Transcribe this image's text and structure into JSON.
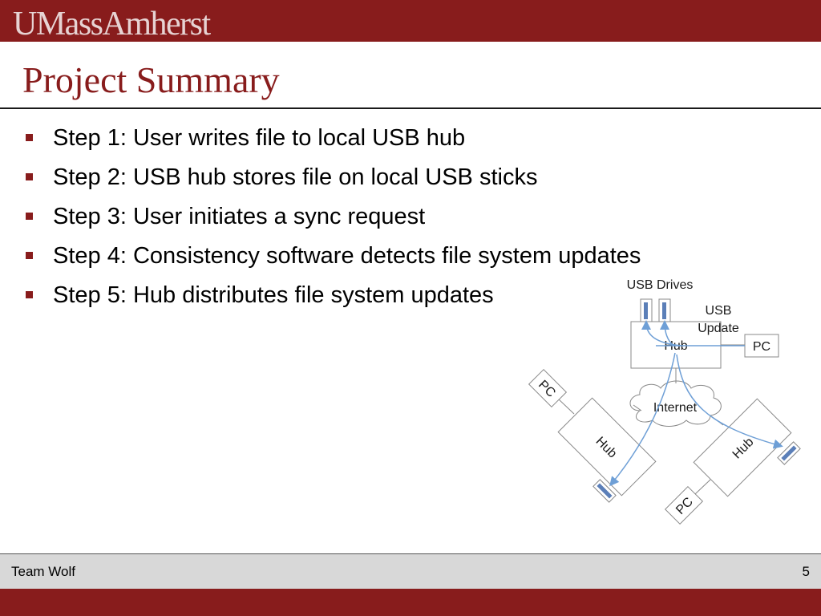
{
  "header": {
    "logo_text": "UMassAmherst",
    "brand_color": "#881c1c"
  },
  "slide": {
    "title": "Project Summary",
    "bullets": [
      "Step 1: User writes file to local USB hub",
      "Step 2: USB hub stores file on local USB sticks",
      "Step 3: User initiates a sync request",
      "Step 4: Consistency software detects file system updates",
      "Step 5: Hub distributes file system updates"
    ]
  },
  "diagram": {
    "usb_drives_label": "USB Drives",
    "usb_update_label_line1": "USB",
    "usb_update_label_line2": "Update",
    "main_hub_label": "Hub",
    "main_pc_label": "PC",
    "internet_label": "Internet",
    "left_pc_label": "PC",
    "left_hub_label": "Hub",
    "right_hub_label": "Hub",
    "right_pc_label": "PC",
    "line_color": "#888888",
    "arrow_color": "#6e9fd6",
    "drive_color": "#5b7fb8"
  },
  "footer": {
    "team": "Team Wolf",
    "page_number": "5"
  }
}
